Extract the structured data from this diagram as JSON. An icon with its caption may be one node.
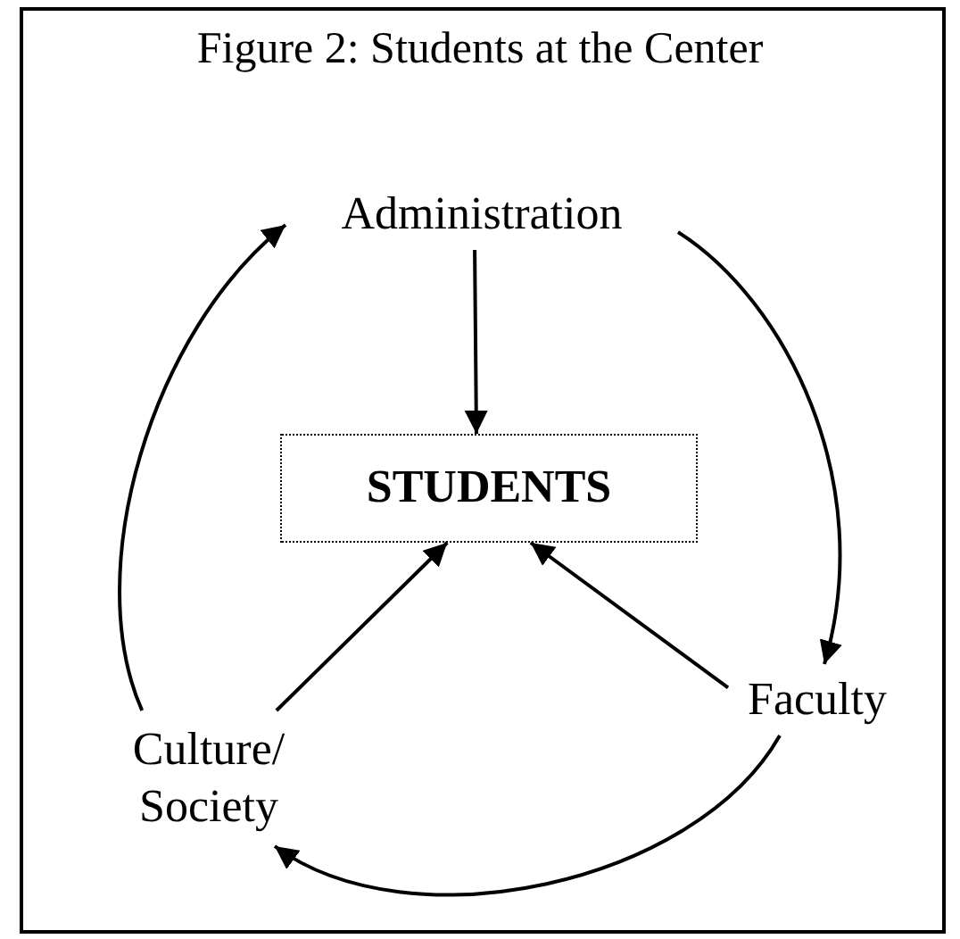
{
  "diagram": {
    "title": "Figure 2: Students at the Center",
    "nodes": [
      {
        "text": [
          "Administration"
        ]
      },
      {
        "text": [
          "STUDENTS"
        ]
      },
      {
        "text": [
          "Faculty"
        ]
      },
      {
        "text": [
          "Culture/ Society"
        ]
      }
    ],
    "edges": [
      {
        "from": 0,
        "to": 1,
        "arrow": "to"
      },
      {
        "from": 0,
        "to": 2,
        "arrow": "to"
      },
      {
        "from": 2,
        "to": 1,
        "arrow": "to"
      },
      {
        "from": 2,
        "to": 3,
        "arrow": "to"
      },
      {
        "from": 3,
        "to": 1,
        "arrow": "to"
      },
      {
        "from": 3,
        "to": 0,
        "arrow": "to"
      }
    ]
  }
}
